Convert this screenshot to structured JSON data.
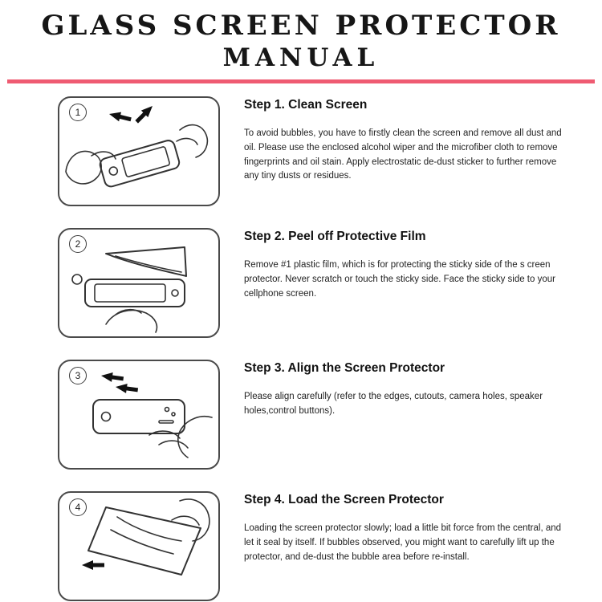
{
  "title": {
    "line1": "GLASS SCREEN PROTECTOR",
    "line2": "MANUAL"
  },
  "colors": {
    "accent": "#ef5b72",
    "line_art": "#333333",
    "text": "#1a1a1a"
  },
  "steps": [
    {
      "number": "1",
      "heading": "Step 1. Clean Screen",
      "body": "To avoid bubbles, you have to firstly clean the screen and remove all dust and oil. Please use the enclosed alcohol wiper and the microfiber cloth to remove fingerprints and oil stain. Apply electrostatic de-dust sticker to further remove any tiny dusts or residues."
    },
    {
      "number": "2",
      "heading": "Step 2. Peel off Protective Film",
      "body": "Remove #1 plastic film, which is for protecting the sticky side of the s creen protector. Never scratch or touch the sticky side. Face the sticky side to your cellphone screen."
    },
    {
      "number": "3",
      "heading": "Step 3. Align the Screen Protector",
      "body": "Please align carefully (refer to the edges, cutouts, camera holes, speaker holes,control buttons)."
    },
    {
      "number": "4",
      "heading": "Step 4. Load the Screen Protector",
      "body": "Loading the screen protector slowly; load a little bit force from the central, and let it seal by itself. If bubbles observed, you might want to carefully lift up the protector, and de-dust the bubble area before re-install."
    }
  ]
}
